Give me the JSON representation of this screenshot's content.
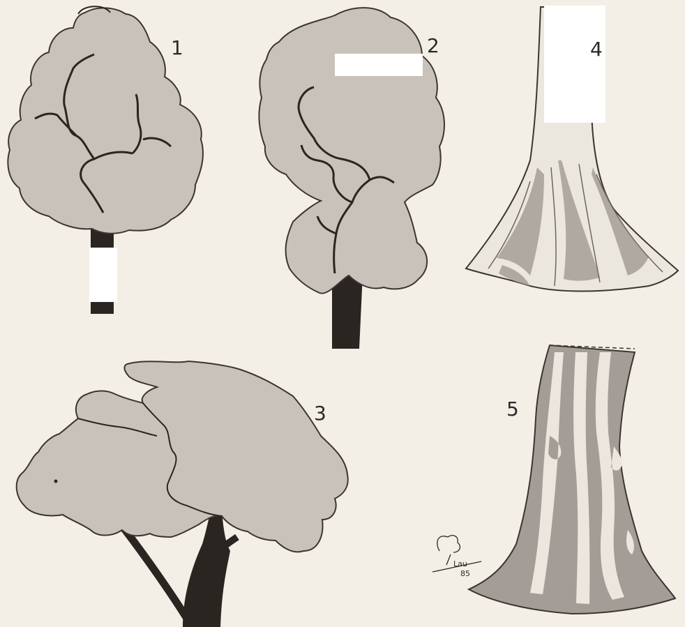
{
  "figures": [
    {
      "id": "1",
      "label": "1"
    },
    {
      "id": "2",
      "label": "2"
    },
    {
      "id": "3",
      "label": "3"
    },
    {
      "id": "4",
      "label": "4"
    },
    {
      "id": "5",
      "label": "5"
    }
  ],
  "signature": {
    "initials": "Lau",
    "year": "85"
  },
  "colors": {
    "paper": "#f3efe6",
    "crown": "#c8c2ba",
    "crown_edge": "#3a3532",
    "trunk": "#2b2522",
    "bark_dark": "#a49d97",
    "bark_light": "#ece7de"
  }
}
